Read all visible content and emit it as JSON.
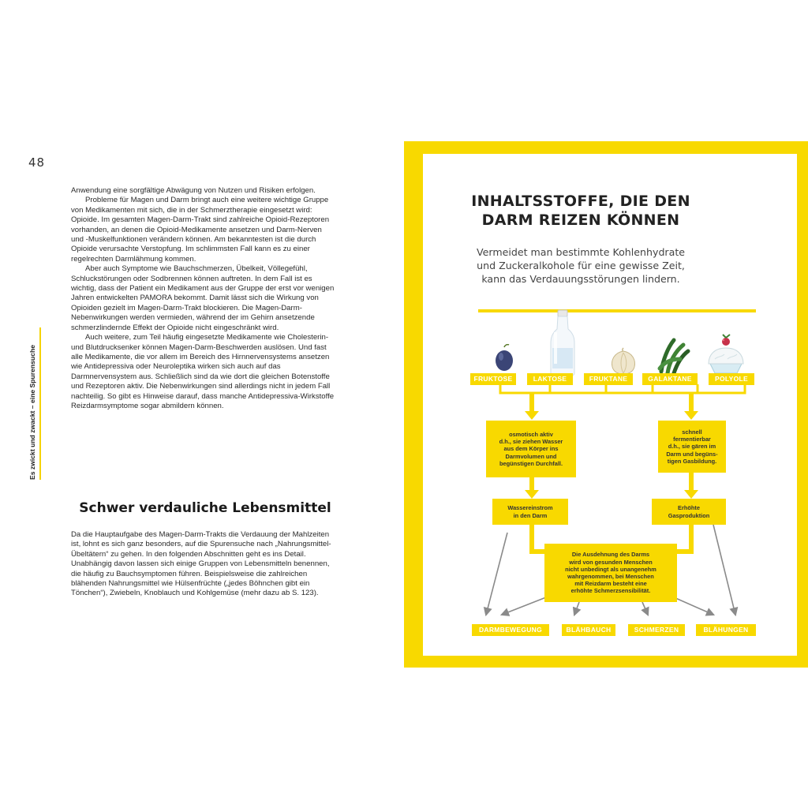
{
  "page_number": "48",
  "running_head": "Es zwickt und zwackt – eine Spurensuche",
  "body_top": [
    {
      "indent": false,
      "text": "Anwendung eine sorgfältige Abwägung von Nutzen und Risiken erfolgen."
    },
    {
      "indent": true,
      "text": "Probleme für Magen und Darm bringt auch eine weitere wichtige Gruppe von Medikamenten mit sich, die in der Schmerztherapie eingesetzt wird: Opioide. Im gesamten Magen-Darm-Trakt sind zahlreiche Opioid-Rezeptoren vorhanden, an denen die Opioid-Medikamente ansetzen und Darm-Nerven und -Muskelfunktionen verändern können. Am bekanntesten ist die durch Opioide verursachte Verstopfung. Im schlimmsten Fall kann es zu einer regelrechten Darmlähmung kommen."
    },
    {
      "indent": true,
      "text": "Aber auch Symptome wie Bauchschmerzen, Übelkeit, Völlegefühl, Schluckstörungen oder Sodbrennen können auftreten. In dem Fall ist es wichtig, dass der Patient ein Medikament aus der Gruppe der erst vor wenigen Jahren entwickelten PAMORA bekommt. Damit lässt sich die Wirkung von Opioiden gezielt im Magen-Darm-Trakt blockieren. Die Magen-Darm-Nebenwirkungen werden vermieden, während der im Gehirn ansetzende schmerzlindernde Effekt der Opioide nicht eingeschränkt wird."
    },
    {
      "indent": true,
      "text": "Auch weitere, zum Teil häufig eingesetzte Medikamente wie Cholesterin- und Blutdrucksenker können Magen-Darm-Beschwerden auslösen. Und fast alle Medikamente, die vor allem im Bereich des Hirnnervensystems ansetzen wie Antidepressiva oder Neuroleptika wirken sich auch auf das Darmnervensystem aus. Schließlich sind da wie dort die gleichen Botenstoffe und Rezeptoren aktiv. Die Nebenwirkungen sind allerdings nicht in jedem Fall nachteilig. So gibt es Hinweise darauf, dass manche Antidepressiva-Wirkstoffe Reizdarmsymptome sogar abmildern können."
    }
  ],
  "section_heading": "Schwer verdauliche Lebensmittel",
  "body_bottom": [
    {
      "indent": false,
      "text": "Da die Hauptaufgabe des Magen-Darm-Trakts die Verdauung der Mahlzeiten ist, lohnt es sich ganz besonders, auf die Spurensuche nach „Nahrungsmittel-Übeltätern“ zu gehen. In den folgenden Abschnitten geht es ins Detail. Unabhängig davon lassen sich einige Gruppen von Lebensmitteln benennen, die häufig zu Bauchsymptomen führen. Beispielsweise die zahlreichen blähenden Nahrungsmittel wie Hülsenfrüchte („jedes Böhnchen gibt ein Tönchen“), Zwiebeln, Knoblauch und Kohlgemüse (mehr dazu ab S. 123)."
    }
  ],
  "info": {
    "title_line1": "INHALTSSTOFFE, DIE DEN",
    "title_line2": "DARM REIZEN KÖNNEN",
    "subtitle_line1": "Vermeidet man bestimmte Kohlenhydrate",
    "subtitle_line2": "und Zuckeralkohole für eine gewisse Zeit,",
    "subtitle_line3": "kann das Verdauungsstörungen lindern.",
    "tags": {
      "fruktose": "FRUKTOSE",
      "laktose": "LAKTOSE",
      "fruktane": "FRUKTANE",
      "galaktane": "GALAKTANE",
      "polyole": "POLYOLE"
    },
    "box_osmotic": "osmotisch aktiv\nd.h., sie ziehen Wasser\naus dem Körper ins\nDarmvolumen und\nbegünstigen Durchfall.",
    "box_ferment": "schnell\nfermentierbar\nd.h., sie gären im\nDarm und begüns-\ntigen Gasbildung.",
    "box_water": "Wassereinstrom\nin den Darm",
    "box_gas": "Erhöhte\nGasproduktion",
    "box_center": "Die Ausdehnung des Darms\nwird von gesunden Menschen\nnicht unbedingt als unangenehm\nwahrgenommen, bei Menschen\nmit Reizdarm besteht eine\nerhöhte Schmerzsensibilität.",
    "outcomes": {
      "darmbewegung": "DARMBEWEGUNG",
      "blaehbauch": "BLÄHBAUCH",
      "schmerzen": "SCHMERZEN",
      "blaehungen": "BLÄHUNGEN"
    }
  },
  "colors": {
    "accent_yellow": "#f8d900",
    "text_dark": "#222222",
    "arrow_gray": "#8a8a8a"
  },
  "icons": [
    "plum-icon",
    "milk-bottle-icon",
    "onion-icon",
    "green-beans-icon",
    "ice-cream-raspberry-icon"
  ]
}
